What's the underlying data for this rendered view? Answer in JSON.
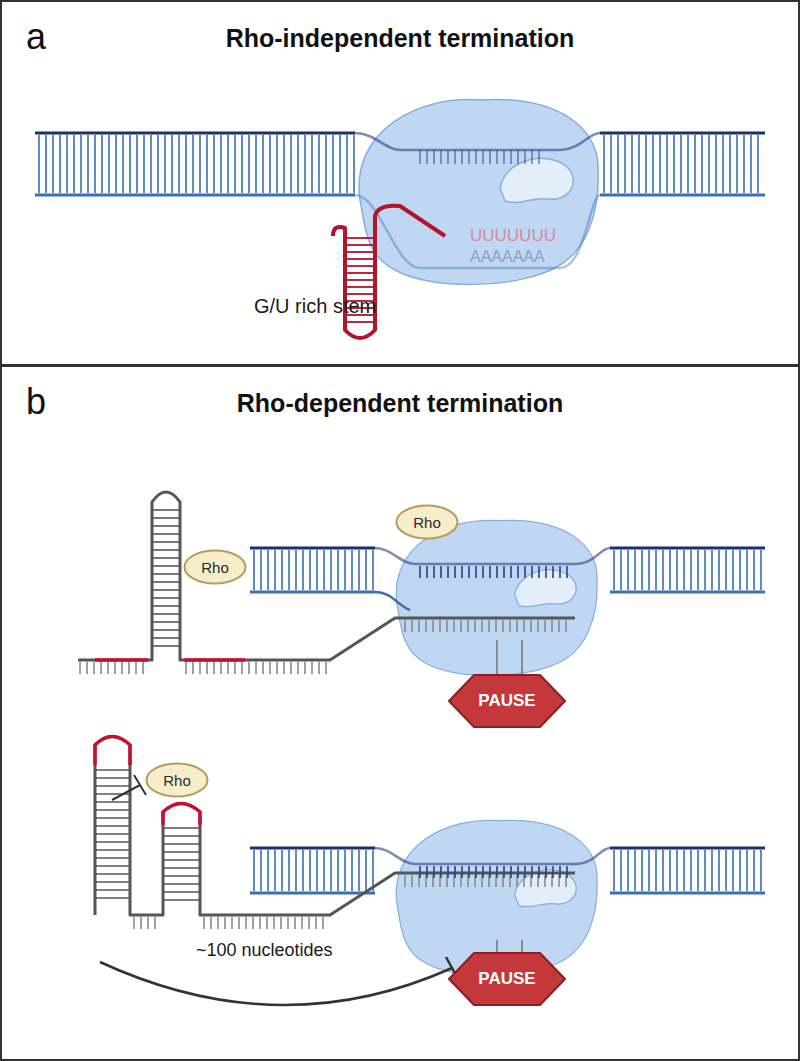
{
  "diagram": {
    "nodes": [
      {
        "text": [
          "a",
          "Rho-independent termination"
        ]
      },
      {
        "text": [
          "b",
          "Rho-dependent termination"
        ]
      },
      {
        "text": [
          "Rho"
        ],
        "in": 1
      },
      {
        "text": [
          "Rho"
        ],
        "in": 1
      },
      {
        "text": [
          "PAUSE"
        ],
        "in": 1
      },
      {
        "text": [
          "Rho"
        ],
        "in": 1
      },
      {
        "text": [
          "PAUSE"
        ],
        "in": 1
      }
    ],
    "labels": [
      "UUUUUUU",
      "AAAAAAA",
      "G/U rich stem",
      "~100 nucleotides"
    ]
  }
}
